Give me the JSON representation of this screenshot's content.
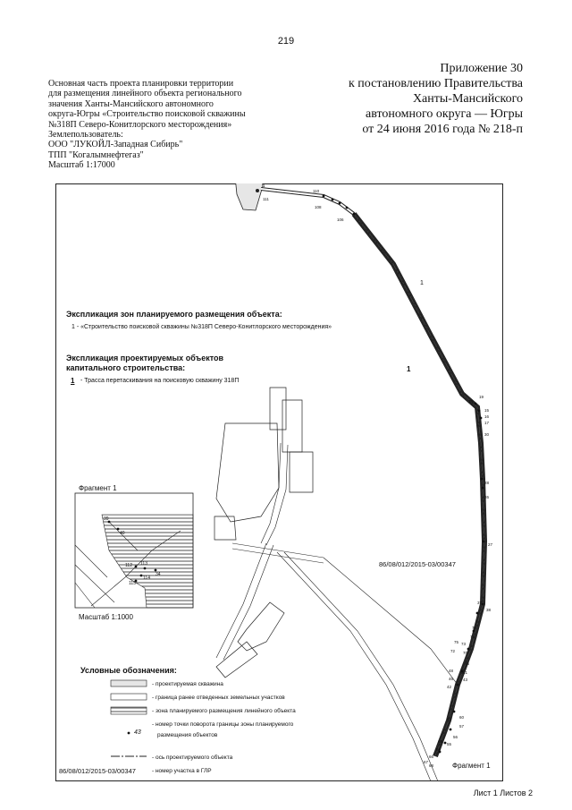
{
  "page_number": "219",
  "appendix": {
    "lines": [
      "Приложение 30",
      "к постановлению Правительства",
      "Ханты-Мансийского",
      "автономного округа — Югры",
      "от 24 июня 2016 года № 218-п"
    ]
  },
  "main_block": {
    "lines": [
      "Основная часть проекта планировки территории",
      "для размещения линейного объекта регионального",
      "значения Ханты-Мансийского автономного",
      "округа-Югры «Строительство поисковой скважины",
      "№318П Северо-Конитлорского месторождения»",
      "Землепользователь:",
      "ООО \"ЛУКОЙЛ-Западная Сибирь\"",
      "ТПП \"Когалымнефтегаз\"",
      "Масштаб 1:17000"
    ]
  },
  "zones_section": {
    "title": "Экспликация зон планируемого размещения объекта:",
    "item": "1 - «Строительство поисковой скважины №318П Северо-Конитлорского месторождения»"
  },
  "objects_section": {
    "title_line1": "Экспликация проектируемых объектов",
    "title_line2": "капитального строительства:",
    "marker": "1",
    "item": "- Трасса перетаскивания на поисковую скважину 318П"
  },
  "fragment": {
    "title": "Фрагмент 1",
    "scale": "Масштаб 1:1000",
    "point_labels": [
      "39",
      "40",
      "112",
      "113",
      "114",
      "115",
      "34"
    ],
    "map_label": "Фрагмент 1"
  },
  "route": {
    "labels": [
      "1",
      "111",
      "110",
      "108",
      "106",
      "1",
      "1",
      "19",
      "18",
      "15",
      "16",
      "17",
      "30",
      "28",
      "26",
      "27",
      "37",
      "38",
      "78",
      "75",
      "74",
      "73",
      "72",
      "70",
      "48",
      "46",
      "45",
      "42",
      "41",
      "43",
      "62",
      "60",
      "57",
      "56",
      "55",
      "63",
      "65",
      "66",
      "67",
      "68"
    ]
  },
  "cadastral_number": "86/08/012/2015-03/00347",
  "legend": {
    "title": "Условные обозначения:",
    "items": [
      "- проектируемая скважина",
      "- граница ранее отведенных земельных участков",
      "- зона планируемого размещения линейного объекта",
      "- номер точки поворота границы зоны планируемого",
      "размещения объектов",
      "- ось проектируемого объекта",
      "- номер участка в ГЛР"
    ],
    "point_sample": "43",
    "cad_sample": "86/08/012/2015-03/00347"
  },
  "footer": "Лист 1 Листов 2"
}
